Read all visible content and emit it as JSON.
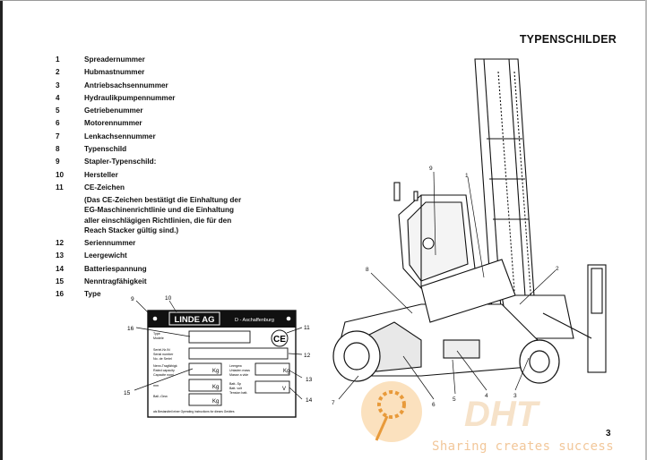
{
  "page": {
    "title": "TYPENSCHILDER",
    "page_number": "3",
    "watermark_text": "Sharing creates success",
    "watermark_logo": "DHT"
  },
  "legend": [
    {
      "num": "1",
      "text": "Spreadernummer"
    },
    {
      "num": "2",
      "text": "Hubmastnummer"
    },
    {
      "num": "3",
      "text": "Antriebsachsennummer"
    },
    {
      "num": "4",
      "text": "Hydraulikpumpennummer"
    },
    {
      "num": "5",
      "text": "Getriebenummer"
    },
    {
      "num": "6",
      "text": "Motorennummer"
    },
    {
      "num": "7",
      "text": "Lenkachsennummer"
    },
    {
      "num": "8",
      "text": "Typenschild"
    },
    {
      "num": "9",
      "text": "Stapler-Typenschild:"
    },
    {
      "num": "10",
      "text": "Hersteller"
    },
    {
      "num": "11",
      "text": "CE-Zeichen"
    }
  ],
  "legend_note": "(Das CE-Zeichen bestätigt die Einhaltung der EG-Maschinenrichtlinie und die Einhaltung aller einschlägigen Richtlinien, die für den Reach Stacker gültig sind.)",
  "legend_continued": [
    {
      "num": "12",
      "text": "Seriennummer"
    },
    {
      "num": "13",
      "text": "Leergewicht"
    },
    {
      "num": "14",
      "text": "Batteriespannung"
    },
    {
      "num": "15",
      "text": "Nenntragfähigkeit"
    },
    {
      "num": "16",
      "text": "Type"
    }
  ],
  "plate": {
    "brand": "LINDE AG",
    "location": "D - Aschaffenburg",
    "type_label": "Type\nModele",
    "serial_label": "Seriel-Nr./N\nSerial number\nNo. de Seriel",
    "capacity_label": "Nenn-Tragfähigk\nRated capacity\nCapacite nomi",
    "unit_kg": "Kg",
    "unit_v": "V",
    "ce_mark": "CE",
    "leer_label": "Leergew\nUnladen mass\nMasse a vide",
    "batt_label": "Batt.-Sp\nBatt. volt\nTension batt.",
    "footer": "als Bestandteil einer Operating instructions for dieses Gerätes",
    "callouts": {
      "c9": "9",
      "c10": "10",
      "c11": "11",
      "c12": "12",
      "c13": "13",
      "c14": "14",
      "c15": "15",
      "c16": "16"
    }
  },
  "machine_callouts": {
    "m1": "1",
    "m2": "2",
    "m3": "3",
    "m4": "4",
    "m5": "5",
    "m6": "6",
    "m7": "7",
    "m8": "8",
    "m9": "9"
  }
}
